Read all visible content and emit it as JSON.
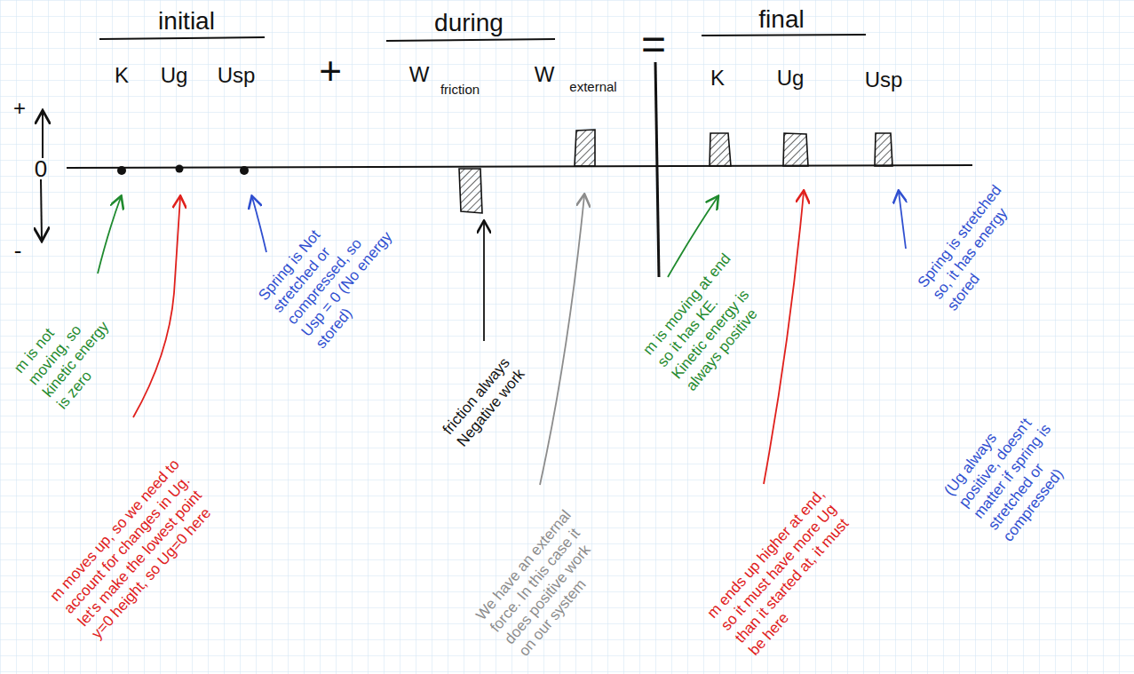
{
  "diagram": {
    "labels": [
      "initial",
      "during",
      "final",
      "K",
      "Ug",
      "Usp",
      "+",
      "W",
      "friction",
      "W",
      "external",
      "=",
      "K",
      "Ug",
      "Usp",
      "+",
      "0",
      "-",
      "m is not moving, so kinetic energy is zero",
      "m moves up, so we need to account for changes in Ug. let's make the lowest point y=0 height, so Ug=0 here",
      "Spring is Not stretched or compressed, so Usp = 0 (No energy stored)",
      "friction always Negative work",
      "We have an external force. In this case it does positive work on our system",
      "m is moving at end so it has KE. Kinetic energy is always positive",
      "m ends up higher at end, so it must have more Ug than it started at, it must be here",
      "Spring is stretched so, it has energy stored",
      "(Ug always positive, doesn't matter if spring is stretched or compressed)"
    ]
  }
}
